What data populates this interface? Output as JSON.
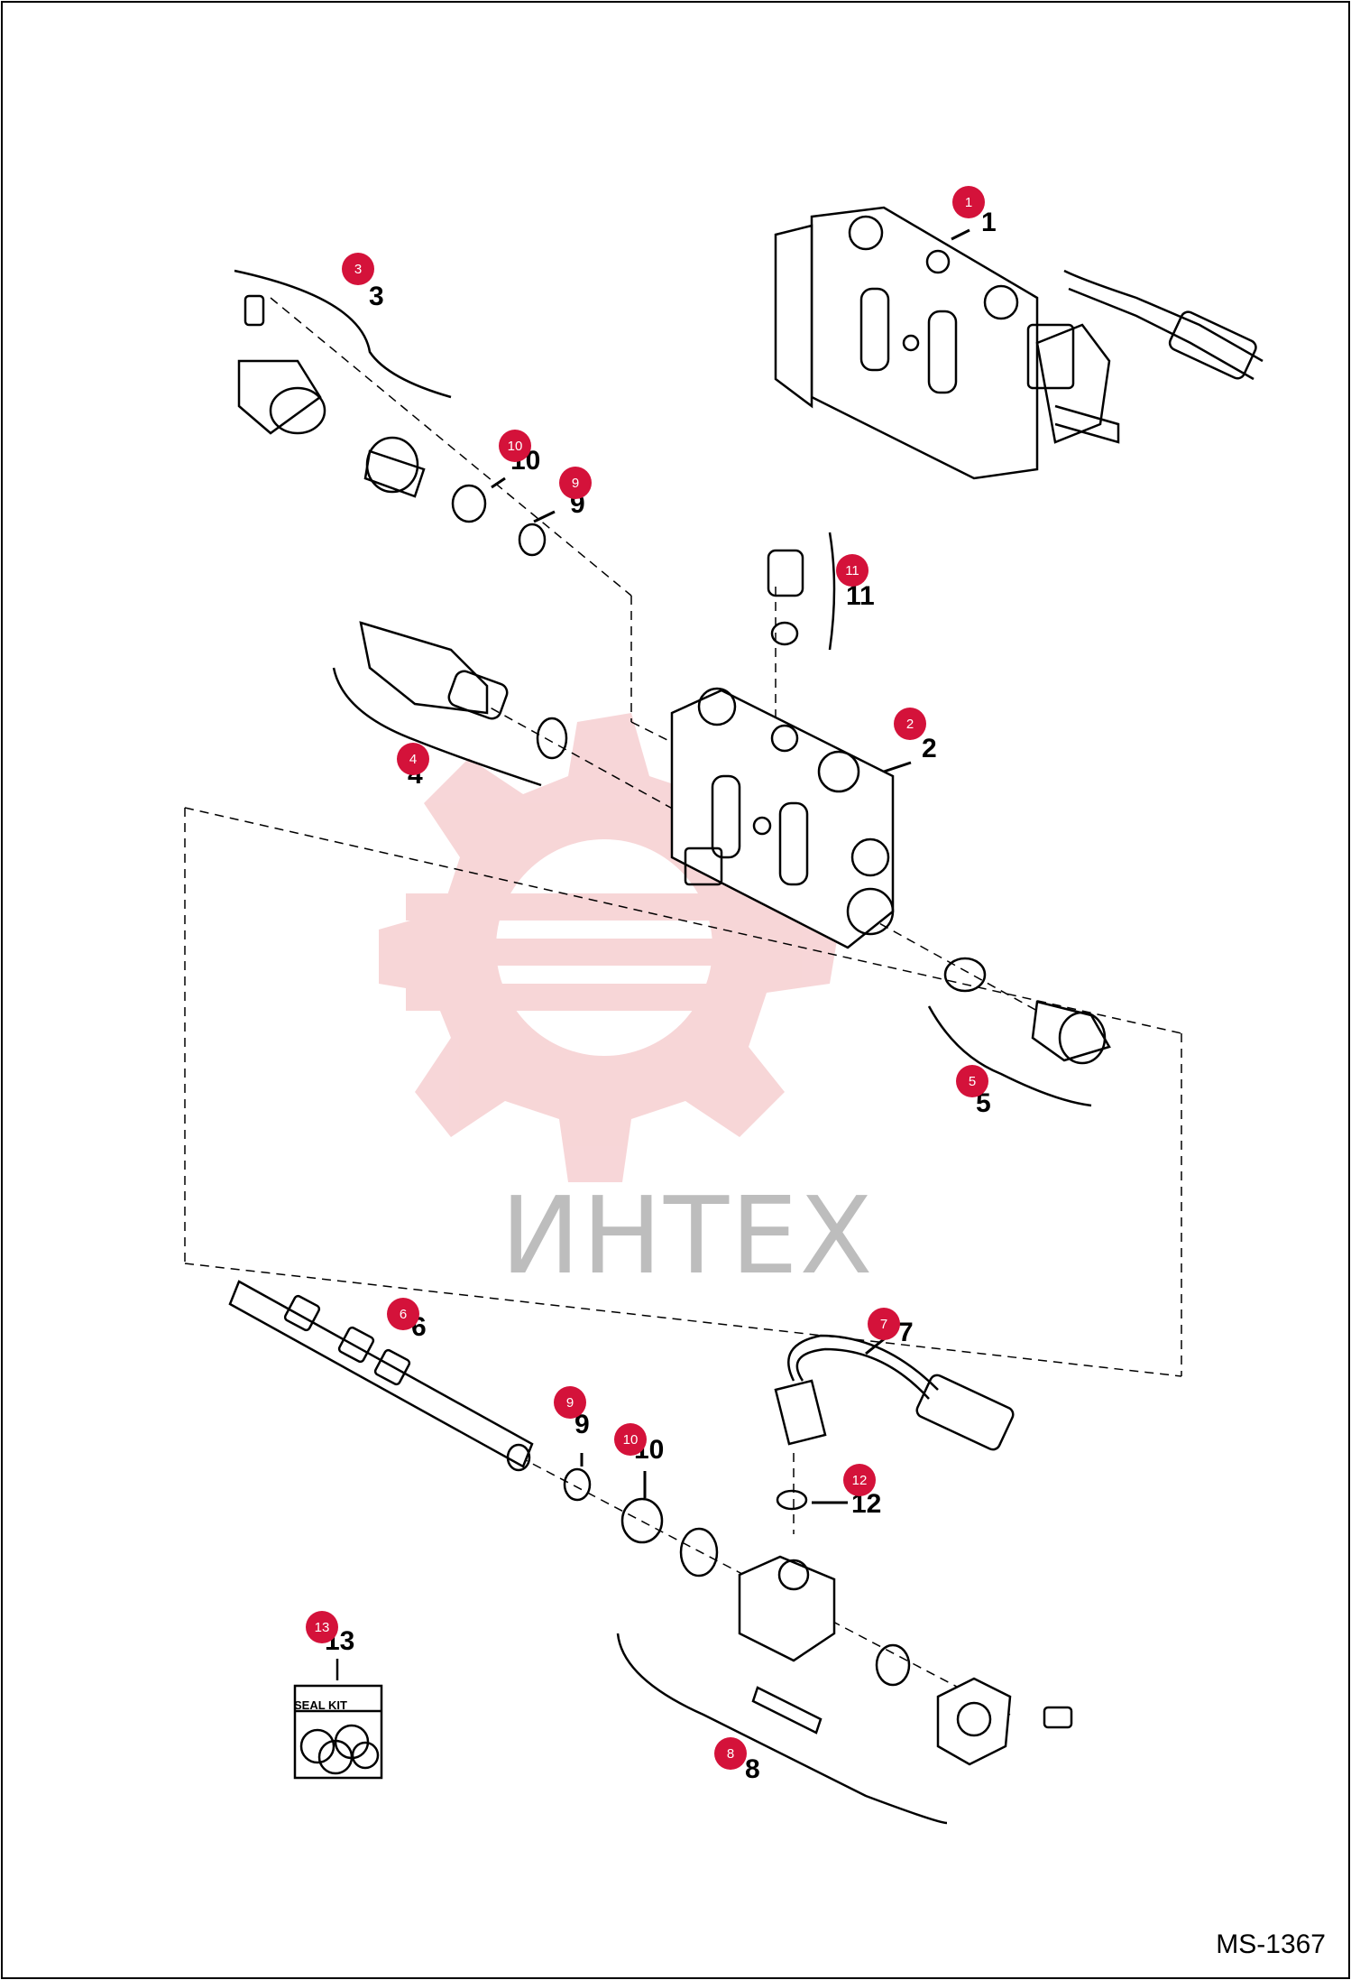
{
  "diagram_code": "MS-1367",
  "watermark": "ИНТЕХ",
  "seal_kit_label": "SEAL KIT",
  "callouts": [
    {
      "id": "1",
      "label": "1",
      "badge": "1"
    },
    {
      "id": "2",
      "label": "2",
      "badge": "2"
    },
    {
      "id": "3",
      "label": "3",
      "badge": "3"
    },
    {
      "id": "4",
      "label": "4",
      "badge": "4"
    },
    {
      "id": "5",
      "label": "5",
      "badge": "5"
    },
    {
      "id": "6",
      "label": "6",
      "badge": "6"
    },
    {
      "id": "7",
      "label": "7",
      "badge": "7"
    },
    {
      "id": "8",
      "label": "8",
      "badge": "8"
    },
    {
      "id": "9a",
      "label": "9",
      "badge": "9"
    },
    {
      "id": "9b",
      "label": "9",
      "badge": "9"
    },
    {
      "id": "10a",
      "label": "10",
      "badge": "10"
    },
    {
      "id": "10b",
      "label": "10",
      "badge": "10"
    },
    {
      "id": "11",
      "label": "11",
      "badge": "11"
    },
    {
      "id": "12",
      "label": "12",
      "badge": "12"
    },
    {
      "id": "13",
      "label": "13",
      "badge": "13"
    }
  ],
  "colors": {
    "badge": "#d4123a",
    "watermark": "#f4c7c9",
    "line": "#000000"
  }
}
